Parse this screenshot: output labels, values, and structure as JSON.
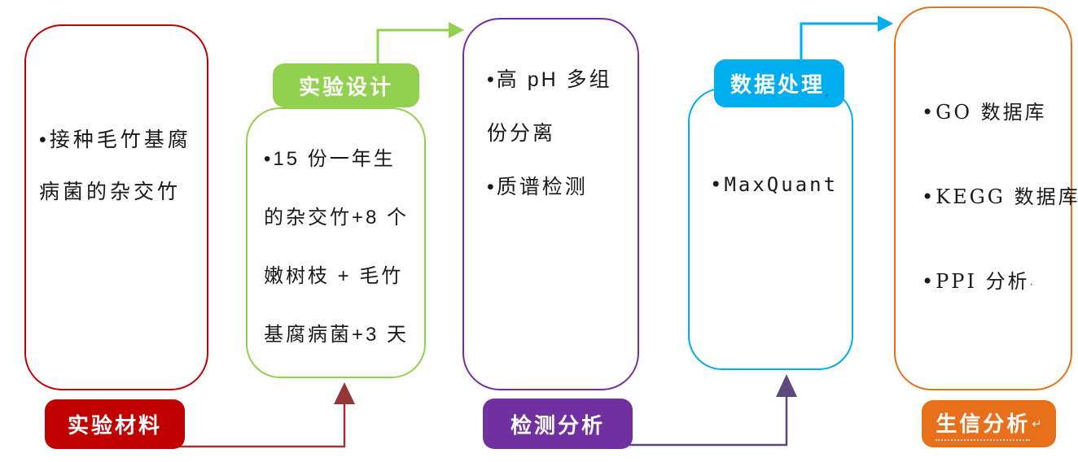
{
  "background_color": "#FFFFFF",
  "text_color": "#1A1A1A",
  "stages": [
    {
      "id": "experimental-materials",
      "label": "实验材料",
      "label_position": "bottom",
      "color": "#C00000",
      "lines": [
        "•接种毛竹基腐",
        "病菌的杂交竹"
      ]
    },
    {
      "id": "experimental-design",
      "label": "实验设计",
      "label_position": "top",
      "color": "#92D050",
      "lines": [
        "•15 份一年生",
        "的杂交竹+8 个",
        "嫩树枝 + 毛竹",
        "基腐病菌+3 天"
      ]
    },
    {
      "id": "detection-analysis",
      "label": "检测分析",
      "label_position": "bottom",
      "color": "#7030A0",
      "lines": [
        "•高 pH 多组",
        "份分离",
        "•质谱检测"
      ]
    },
    {
      "id": "data-processing",
      "label": "数据处理",
      "label_position": "top",
      "color": "#00AEEF",
      "label_suffix_mark": "‚",
      "lines": [
        "•MaxQuant"
      ]
    },
    {
      "id": "bioinformatics-analysis",
      "label": "生信分析",
      "label_position": "bottom",
      "color": "#E8701A",
      "label_suffix_mark": "↵",
      "line_suffix_mark": "·",
      "lines": [
        "•GO 数据库",
        "•KEGG 数据库",
        "•PPI 分析"
      ]
    }
  ],
  "arrows": [
    {
      "name": "materials-to-design",
      "color": "#953735"
    },
    {
      "name": "design-to-detection",
      "color": "#92D050"
    },
    {
      "name": "detection-to-processing",
      "color": "#5F497A"
    },
    {
      "name": "processing-to-bioinformatics",
      "color": "#00AEEF"
    }
  ]
}
